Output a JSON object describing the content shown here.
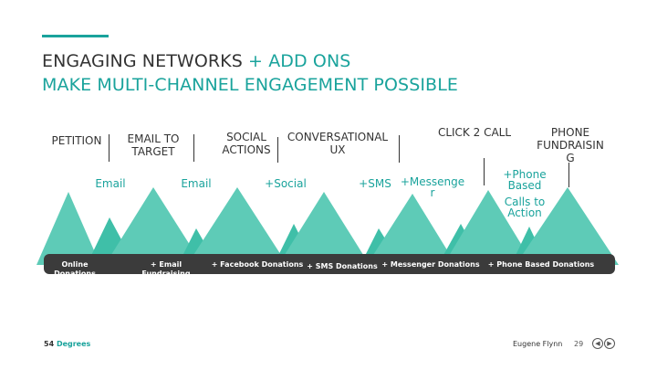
{
  "title": {
    "line1_dark": "ENGAGING NETWORKS",
    "line1_accent": "+ ADD ONS",
    "line2": "MAKE MULTI-CHANNEL ENGAGEMENT POSSIBLE"
  },
  "headers": {
    "petition": "PETITION",
    "email_to_target": "EMAIL TO\nTARGET",
    "social_actions": "SOCIAL\nACTIONS",
    "conversational_ux": "CONVERSATIONAL\nUX",
    "click_2_call": "CLICK 2 CALL",
    "phone_fundraising": "PHONE\nFUNDRAISIN\nG"
  },
  "subs": {
    "email1": "Email",
    "email2": "Email",
    "social": "+Social",
    "sms": "+SMS",
    "messenger": "+Messenge\nr",
    "phone_based": "+Phone\nBased",
    "calls_to_action": "Calls to\nAction"
  },
  "band": {
    "online_donations": "Online\nDonations",
    "email_fundraising": "+ Email\nFundraising",
    "facebook_donations": "+ Facebook Donations",
    "sms_donations": "+ SMS Donations",
    "messenger_donations": "+ Messenger Donations",
    "phone_based_donations": "+ Phone Based Donations"
  },
  "footer": {
    "brand_number": "54",
    "brand_word": "Degrees",
    "author": "Eugene Flynn",
    "page": "29"
  },
  "colors": {
    "accent": "#1aa39c",
    "mountain_light": "#5ecbb7",
    "mountain_mid": "#3fbfa8",
    "band": "#3b3b3b"
  }
}
